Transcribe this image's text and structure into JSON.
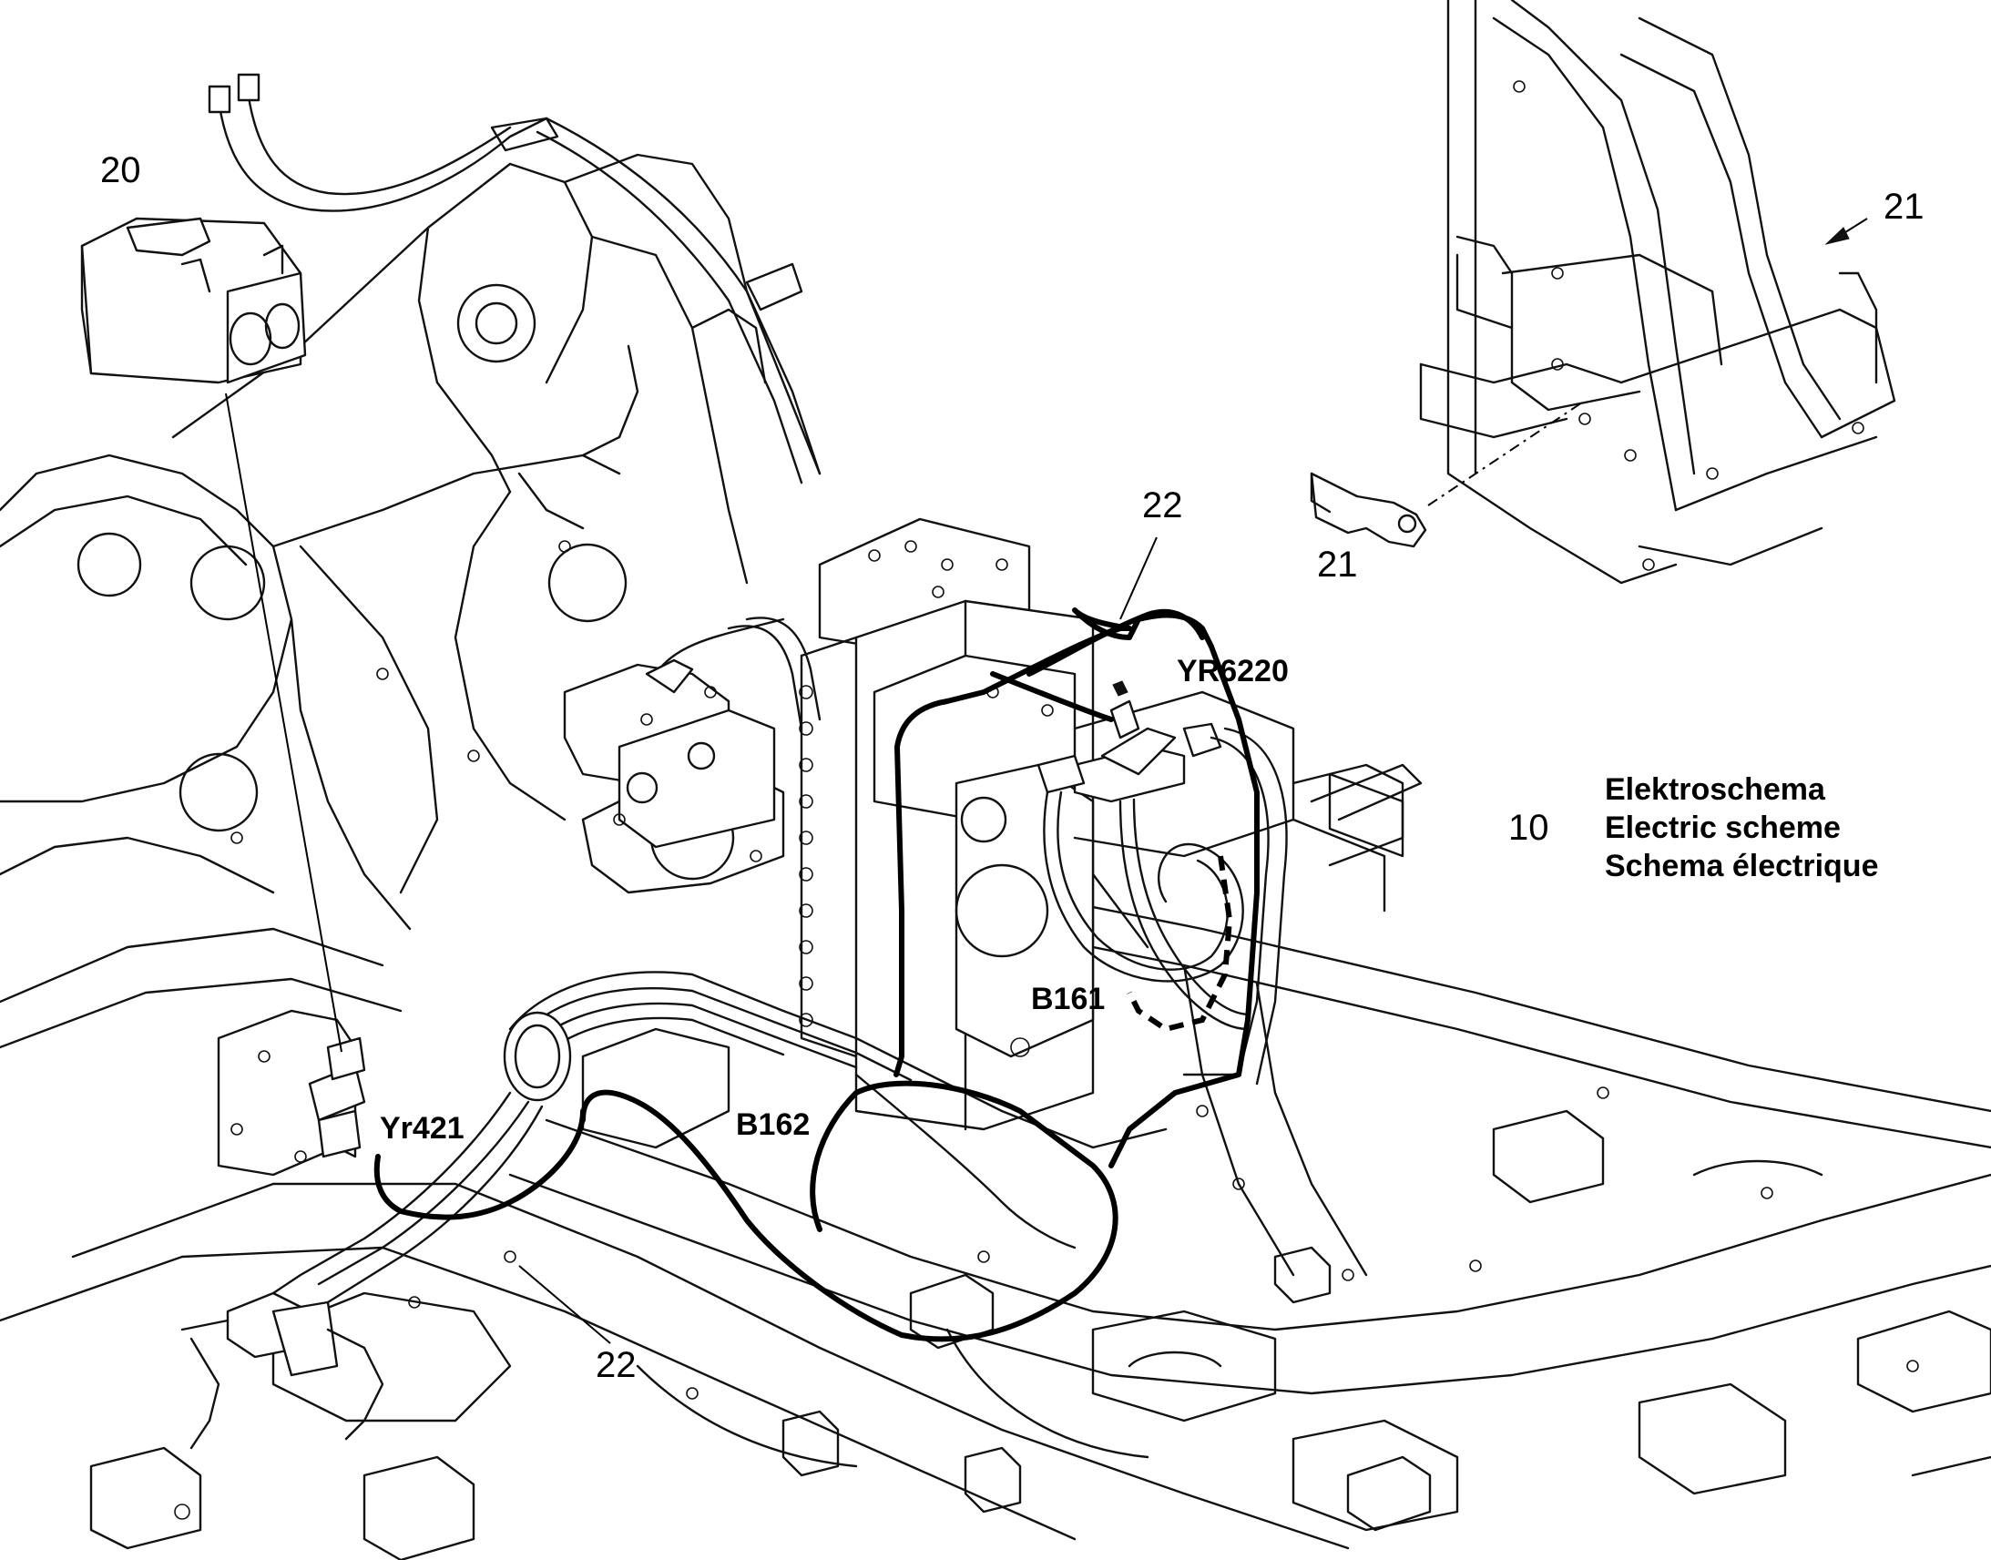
{
  "callouts": {
    "connector": "20",
    "bracket_top": "21",
    "bracket_clip": "21",
    "harness_upper": "22",
    "harness_lower": "22",
    "legend_ref": "10"
  },
  "components": {
    "yr6220": "YR6220",
    "b161": "B161",
    "b162": "B162",
    "yr421": "Yr421"
  },
  "legend": {
    "line_sv": "Elektroschema",
    "line_en": "Electric scheme",
    "line_fr": "Schema électrique"
  }
}
